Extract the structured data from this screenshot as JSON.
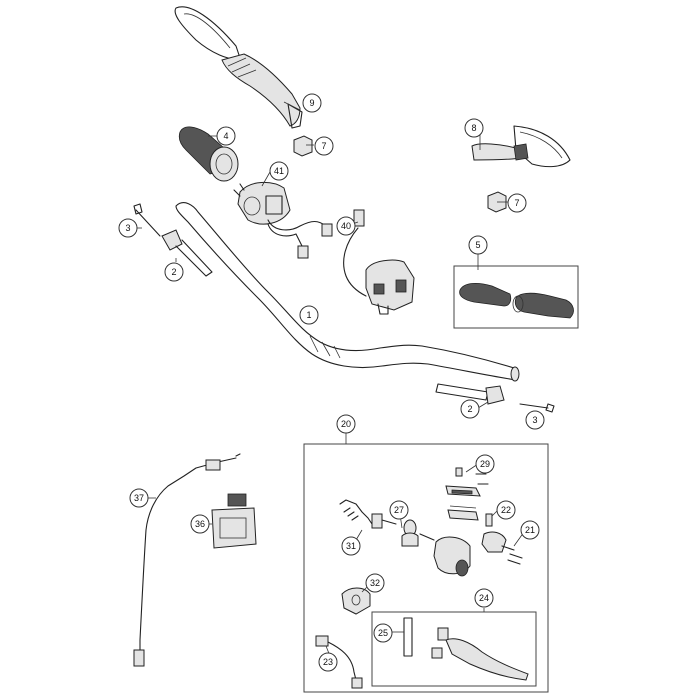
{
  "callouts": {
    "c9": "9",
    "c4": "4",
    "c7a": "7",
    "c8": "8",
    "c7b": "7",
    "c41": "41",
    "c3a": "3",
    "c2a": "2",
    "c40": "40",
    "c5": "5",
    "c1": "1",
    "c2b": "2",
    "c3b": "3",
    "c20": "20",
    "c29": "29",
    "c37": "37",
    "c27": "27",
    "c22": "22",
    "c36": "36",
    "c21": "21",
    "c31": "31",
    "c32": "32",
    "c24": "24",
    "c25": "25",
    "c23": "23"
  },
  "colors": {
    "line": "#222222",
    "fill_light": "#e4e4e4",
    "fill_dark": "#555555",
    "background": "#ffffff"
  }
}
